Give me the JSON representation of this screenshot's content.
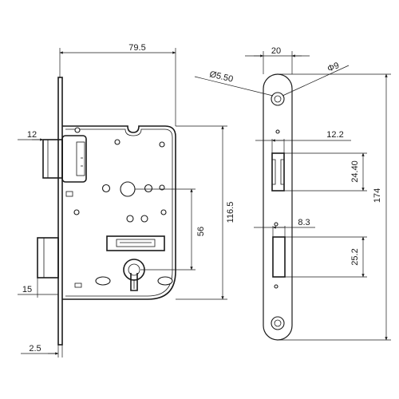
{
  "dimensions": {
    "body_width": "79.5",
    "latch_projection": "12",
    "deadbolt_projection": "15",
    "faceplate_thickness": "2.5",
    "body_height": "116.5",
    "backset_distance": "56",
    "faceplate_width": "20",
    "screw_hole_small": "Ø5.50",
    "screw_hole_large": "Φ9",
    "latch_cutout_width": "12.2",
    "latch_cutout_height": "24.40",
    "faceplate_height": "174",
    "bolt_cutout_width": "8.3",
    "bolt_cutout_height": "25.2"
  }
}
